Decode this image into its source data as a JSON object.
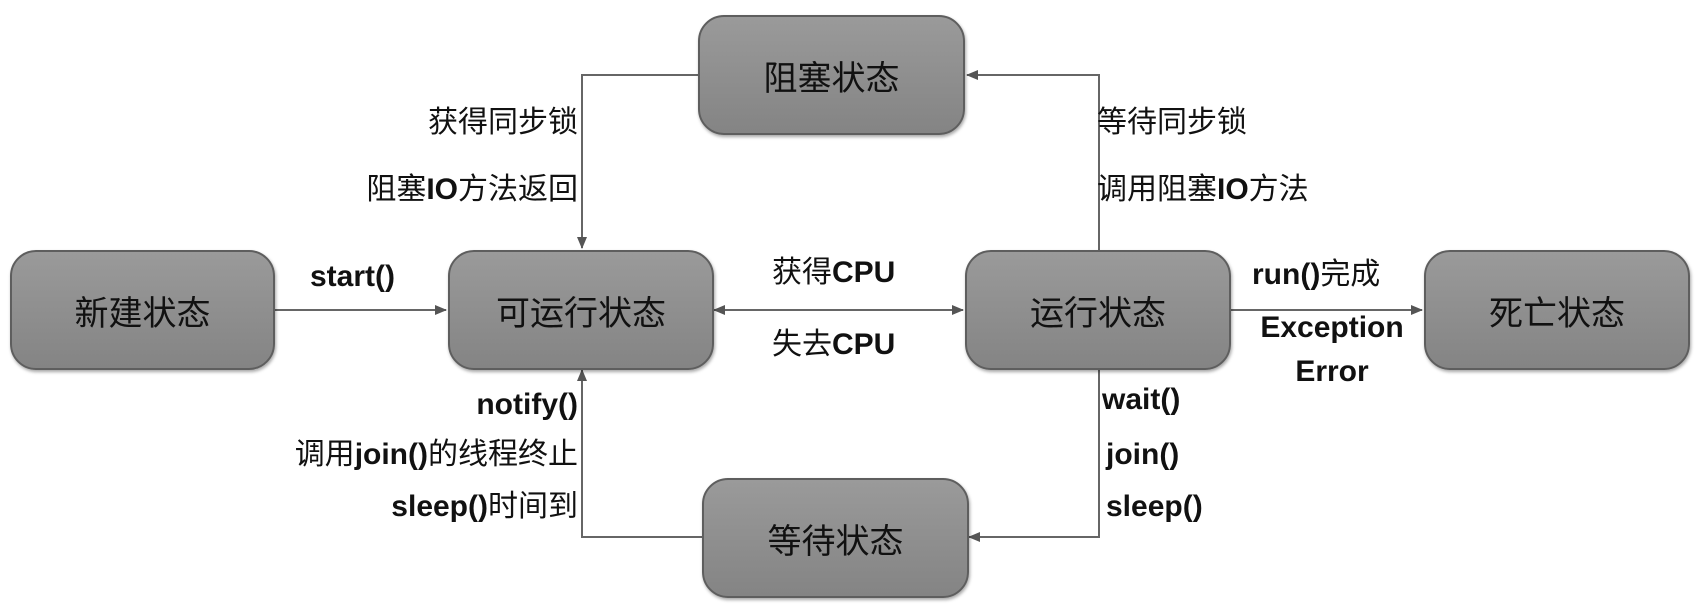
{
  "states": {
    "new": "新建状态",
    "runnable": "可运行状态",
    "running": "运行状态",
    "dead": "死亡状态",
    "blocked": "阻塞状态",
    "waiting": "等待状态"
  },
  "transitions": {
    "new_to_runnable": {
      "code": "start()"
    },
    "runnable_to_running": {
      "text": "获得",
      "code": "CPU"
    },
    "running_to_runnable": {
      "text": "失去",
      "code": "CPU"
    },
    "running_to_dead": {
      "line1_code": "run()",
      "line1_text": "完成",
      "line2": "Exception",
      "line3": "Error"
    },
    "running_to_blocked": {
      "line1": "等待同步锁",
      "line2_pre": "调用阻塞",
      "line2_code": "IO",
      "line2_post": "方法"
    },
    "blocked_to_runnable": {
      "line1": "获得同步锁",
      "line2_pre": "阻塞",
      "line2_code": "IO",
      "line2_post": "方法返回"
    },
    "running_to_waiting": {
      "line1": "wait()",
      "line2": "join()",
      "line3": "sleep()"
    },
    "waiting_to_runnable": {
      "line1": "notify()",
      "line2_pre": "调用",
      "line2_code": "join()",
      "line2_post": "的线程终止",
      "line3_code": "sleep()",
      "line3_post": "时间到"
    }
  }
}
